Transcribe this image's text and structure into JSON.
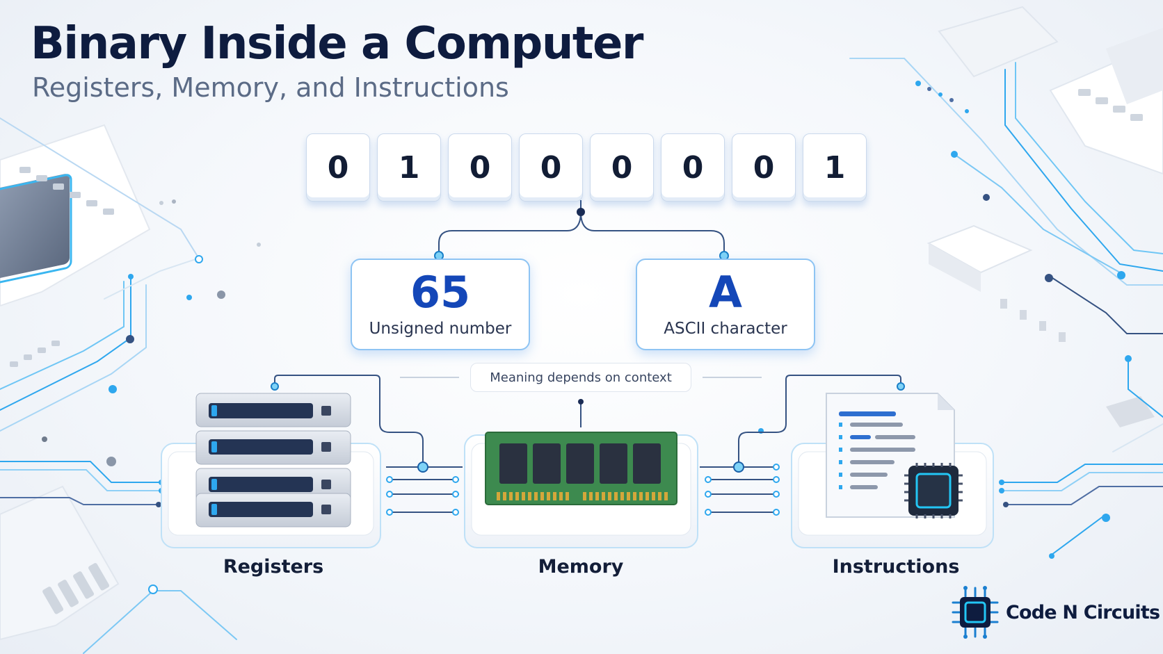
{
  "header": {
    "title": "Binary Inside a Computer",
    "subtitle": "Registers, Memory, and Instructions"
  },
  "bits": [
    "0",
    "1",
    "0",
    "0",
    "0",
    "0",
    "0",
    "1"
  ],
  "interpretations": [
    {
      "value": "65",
      "label": "Unsigned number"
    },
    {
      "value": "A",
      "label": "ASCII character"
    }
  ],
  "context_note": "Meaning depends on context",
  "components": [
    {
      "label": "Registers",
      "icon": "server-rack-icon"
    },
    {
      "label": "Memory",
      "icon": "ram-module-icon"
    },
    {
      "label": "Instructions",
      "icon": "instruction-document-icon"
    }
  ],
  "brand": {
    "name": "Code N Circuits",
    "icon": "chip-logo-icon"
  },
  "colors": {
    "accent": "#1aa7ec",
    "title": "#0e1c3f",
    "value_blue": "#1447b8",
    "ram_green": "#3d8a4f"
  }
}
